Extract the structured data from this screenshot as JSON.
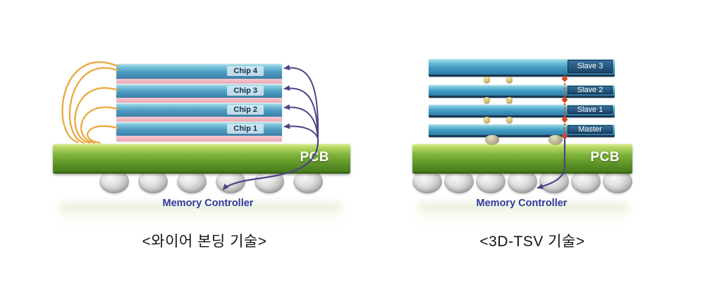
{
  "left": {
    "chips": [
      "Chip 4",
      "Chip 3",
      "Chip 2",
      "Chip 1"
    ],
    "pcb_label": "PCB",
    "controller_label": "Memory Controller",
    "caption": "<와이어 본딩 기술>"
  },
  "right": {
    "chips": [
      "Slave 3",
      "Slave 2",
      "Slave 1",
      "Master"
    ],
    "pcb_label": "PCB",
    "controller_label": "Memory Controller",
    "caption": "<3D-TSV 기술>"
  },
  "colors": {
    "bond_wire_gold": "#e9a93f",
    "signal_wire_purple": "#4c4387",
    "tsv_via_red": "#e0512b",
    "pcb_green": "#7fb43c",
    "chip_blue": "#4e9dc2",
    "controller_text_purple": "#32379e"
  }
}
